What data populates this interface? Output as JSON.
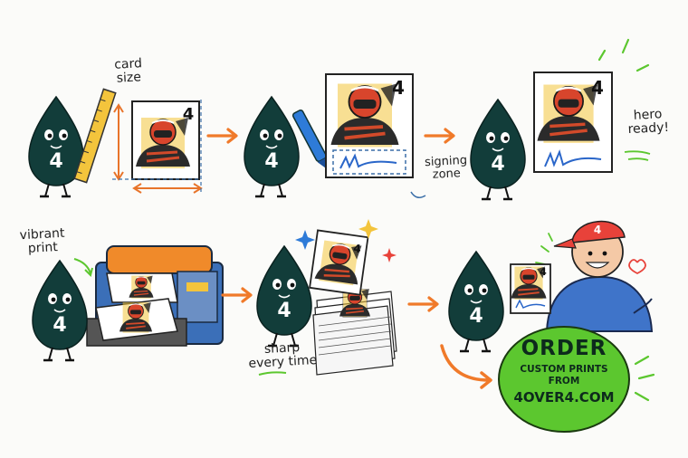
{
  "mascot_number": "4",
  "card_number": "4",
  "labels": {
    "card_size": "card\nsize",
    "signing_zone": "signing\nzone",
    "hero_ready": "hero\nready!",
    "vibrant_print": "vibrant\nprint",
    "sharp_every_time": "sharp\nevery time"
  },
  "cta": {
    "line1": "ORDER",
    "line2": "CUSTOM PRINTS\nFROM",
    "line3": "4OVER4.COM"
  },
  "colors": {
    "mascot": "#123d3a",
    "arrow": "#f07a2a",
    "cta_badge": "#5cc72f",
    "dimension": "#e8742a",
    "signature": "#2a66c9"
  }
}
